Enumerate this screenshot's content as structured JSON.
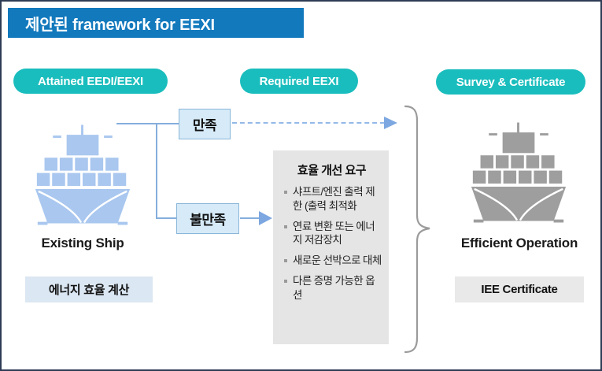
{
  "header": {
    "title": "제안된 framework for EEXI"
  },
  "stages": [
    {
      "label": "Attained EEDI/EEXI"
    },
    {
      "label": "Required EEXI"
    },
    {
      "label": "Survey & Certificate"
    }
  ],
  "left": {
    "ship_label": "Existing Ship",
    "box_label": "에너지 효율 계산"
  },
  "right": {
    "ship_label": "Efficient Operation",
    "box_label": "IEE Certificate"
  },
  "decision": {
    "satisfied": "만족",
    "unsatisfied": "불만족"
  },
  "improvement": {
    "title": "효율 개선 요구",
    "items": [
      "샤프트/엔진 출력 제한 (출력 최적화",
      "연료 변환 또는 에너지 저감장치",
      "새로운 선박으로 대체",
      "다른 증명 가능한 옵션"
    ]
  },
  "colors": {
    "header_bg": "#1279bd",
    "stage_pill_bg": "#1abdbd",
    "ship_left": "#a9c7ef",
    "ship_right": "#9e9e9e",
    "connector_arrow": "#85aede",
    "arrowhead": "#7da7e0",
    "decision_box_bg": "#d6eaf8",
    "decision_box_border": "#8ab6d9",
    "improvement_box_bg": "#e5e5e5",
    "left_box_bg": "#dbe7f2",
    "right_box_bg": "#e9e9e9",
    "brace": "#9b9b9b"
  }
}
